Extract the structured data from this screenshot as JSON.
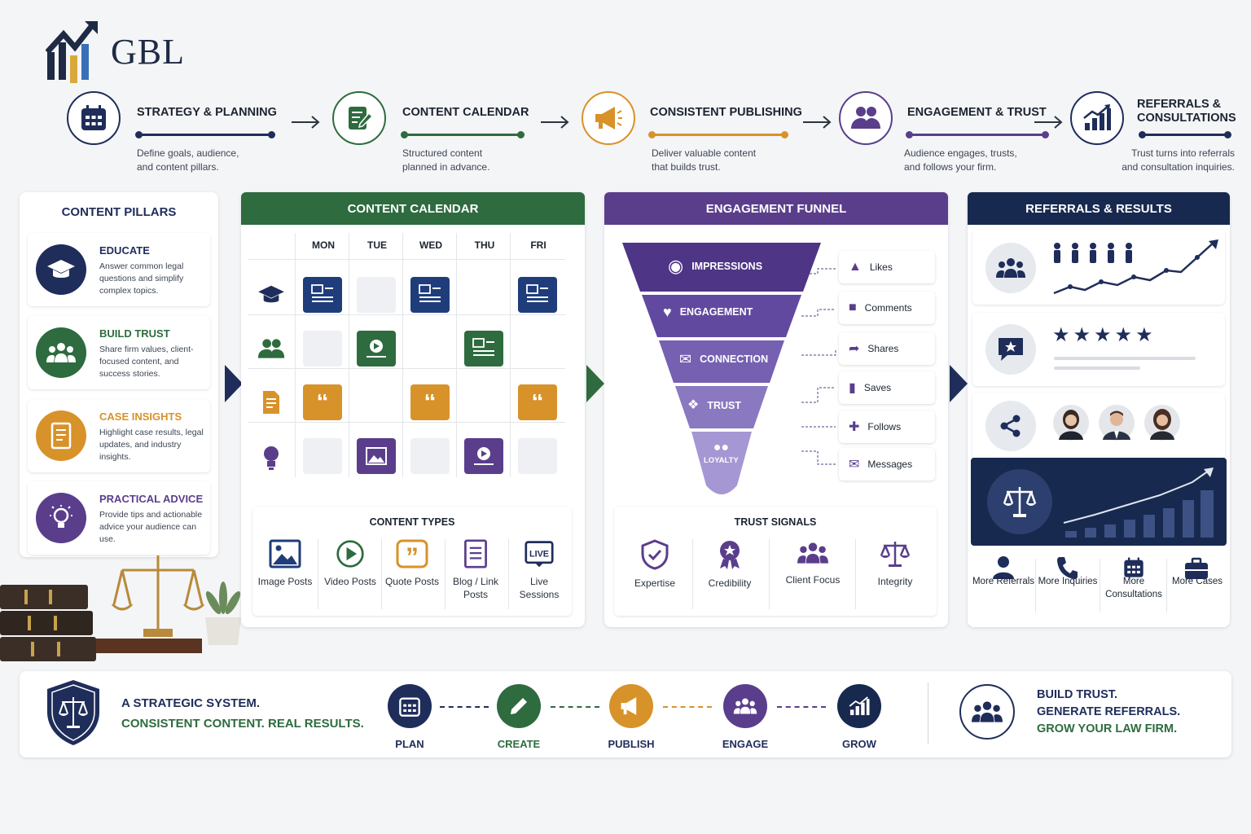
{
  "brand": {
    "name": "GBL"
  },
  "colors": {
    "navy": "#1f2d5a",
    "green": "#2e6b3f",
    "gold": "#d8922a",
    "purple": "#5a3e8c",
    "dark_navy": "#18294f"
  },
  "process": [
    {
      "title": "STRATEGY & PLANNING",
      "desc": "Define goals, audience, and content pillars.",
      "icon": "calendar-icon"
    },
    {
      "title": "CONTENT CALENDAR",
      "desc": "Structured content planned in advance.",
      "icon": "edit-document-icon"
    },
    {
      "title": "CONSISTENT PUBLISHING",
      "desc": "Deliver valuable content that builds trust.",
      "icon": "megaphone-icon"
    },
    {
      "title": "ENGAGEMENT & TRUST",
      "desc": "Audience engages, trusts, and follows your firm.",
      "icon": "group-icon"
    },
    {
      "title": "REFERRALS & CONSULTATIONS",
      "desc": "Trust turns into referrals and consultation inquiries.",
      "icon": "growth-chart-icon"
    }
  ],
  "pillars": {
    "title": "CONTENT PILLARS",
    "items": [
      {
        "title": "EDUCATE",
        "desc": "Answer common legal questions and simplify complex topics.",
        "icon": "graduation-cap-icon"
      },
      {
        "title": "BUILD TRUST",
        "desc": "Share firm values, client-focused content, and success stories.",
        "icon": "group-icon"
      },
      {
        "title": "CASE INSIGHTS",
        "desc": "Highlight case results, legal updates, and industry insights.",
        "icon": "document-icon"
      },
      {
        "title": "PRACTICAL ADVICE",
        "desc": "Provide tips and actionable advice your audience can use.",
        "icon": "lightbulb-icon"
      }
    ]
  },
  "calendar": {
    "title": "CONTENT CALENDAR",
    "days": [
      "MON",
      "TUE",
      "WED",
      "THU",
      "FRI"
    ],
    "row_icons": [
      "graduation-cap-icon",
      "group-icon",
      "document-icon",
      "lightbulb-icon"
    ]
  },
  "content_types": {
    "title": "CONTENT TYPES",
    "items": [
      {
        "label": "Image Posts",
        "icon": "image-icon"
      },
      {
        "label": "Video Posts",
        "icon": "play-icon"
      },
      {
        "label": "Quote Posts",
        "icon": "quote-icon"
      },
      {
        "label": "Blog / Link Posts",
        "icon": "document-icon"
      },
      {
        "label": "Live Sessions",
        "icon": "live-icon",
        "badge": "LIVE"
      }
    ]
  },
  "funnel": {
    "title": "ENGAGEMENT FUNNEL",
    "stages": [
      "IMPRESSIONS",
      "ENGAGEMENT",
      "CONNECTION",
      "TRUST",
      "LOYALTY"
    ],
    "actions": [
      "Likes",
      "Comments",
      "Shares",
      "Saves",
      "Follows",
      "Messages"
    ]
  },
  "trust_signals": {
    "title": "TRUST SIGNALS",
    "items": [
      "Expertise",
      "Credibility",
      "Client Focus",
      "Integrity"
    ]
  },
  "referrals": {
    "title": "REFERRALS & RESULTS",
    "results": [
      "More Referrals",
      "More Inquiries",
      "More Consultations",
      "More Cases"
    ]
  },
  "bottom": {
    "line1": "A STRATEGIC SYSTEM.",
    "line2": "CONSISTENT CONTENT. REAL RESULTS.",
    "steps": [
      "PLAN",
      "CREATE",
      "PUBLISH",
      "ENGAGE",
      "GROW"
    ],
    "tagline": [
      "BUILD TRUST.",
      "GENERATE REFERRALS.",
      "GROW YOUR LAW FIRM."
    ]
  }
}
